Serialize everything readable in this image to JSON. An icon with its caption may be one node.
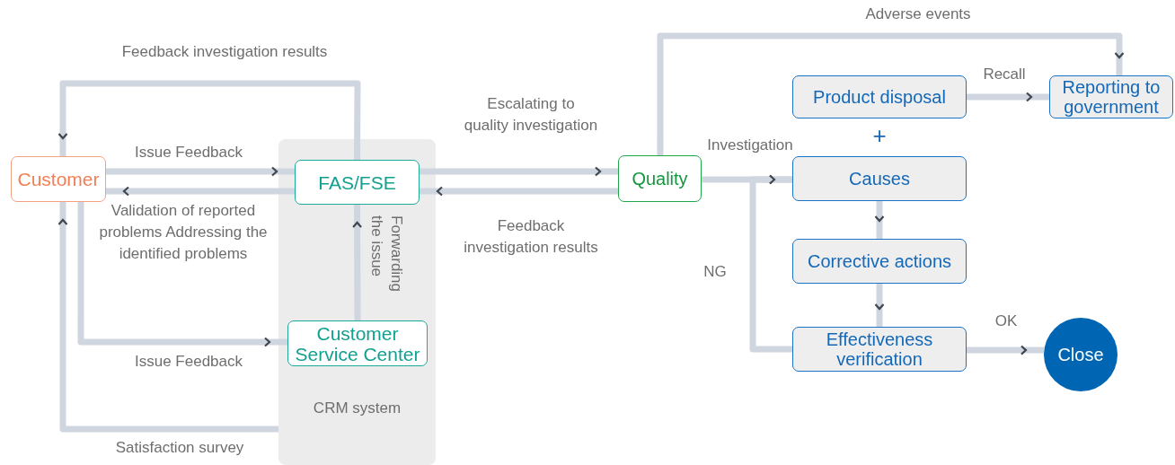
{
  "diagram": {
    "nodes": [
      {
        "text": [
          "CRM system"
        ]
      },
      {
        "text": [
          "Customer"
        ]
      },
      {
        "text": [
          "FAS/FSE"
        ],
        "in": 0
      },
      {
        "text": [
          "Customer Service Center"
        ],
        "in": 0
      },
      {
        "text": [
          "Quality"
        ]
      },
      {
        "text": [
          "Product disposal"
        ]
      },
      {
        "text": [
          "Reporting to government"
        ]
      },
      {
        "text": [
          "Causes"
        ]
      },
      {
        "text": [
          "Corrective actions"
        ]
      },
      {
        "text": [
          "Effectiveness verification"
        ]
      },
      {
        "text": [
          "Close"
        ]
      }
    ],
    "edges": [
      {
        "from": 2,
        "to": 1,
        "arrow": "to",
        "label": "Feedback investigation results"
      },
      {
        "from": 1,
        "to": 2,
        "arrow": "to",
        "label": "Issue Feedback"
      },
      {
        "from": 2,
        "to": 1,
        "arrow": "to",
        "label": "Validation of reported problems Addressing the identified problems"
      },
      {
        "from": 1,
        "to": 3,
        "arrow": "to",
        "label": "Issue Feedback"
      },
      {
        "from": 0,
        "to": 1,
        "arrow": "to",
        "label": "Satisfaction survey"
      },
      {
        "from": 3,
        "to": 2,
        "arrow": "to",
        "label": "Forwarding the issue"
      },
      {
        "from": 2,
        "to": 4,
        "arrow": "to",
        "label": "Escalating to quality investigation"
      },
      {
        "from": 4,
        "to": 2,
        "arrow": "to",
        "label": "Feedback investigation results"
      },
      {
        "from": 4,
        "to": 6,
        "arrow": "to",
        "label": "Adverse events"
      },
      {
        "from": 4,
        "to": 7,
        "arrow": "to",
        "label": "Investigation"
      },
      {
        "from": 9,
        "to": 7,
        "arrow": "to",
        "label": "NG"
      },
      {
        "from": 7,
        "to": 8,
        "arrow": "to"
      },
      {
        "from": 8,
        "to": 9,
        "arrow": "to"
      },
      {
        "from": 9,
        "to": 10,
        "arrow": "to",
        "label": "OK"
      },
      {
        "from": 5,
        "to": 6,
        "arrow": "to",
        "label": "Recall"
      }
    ],
    "labels": [
      "+"
    ]
  }
}
